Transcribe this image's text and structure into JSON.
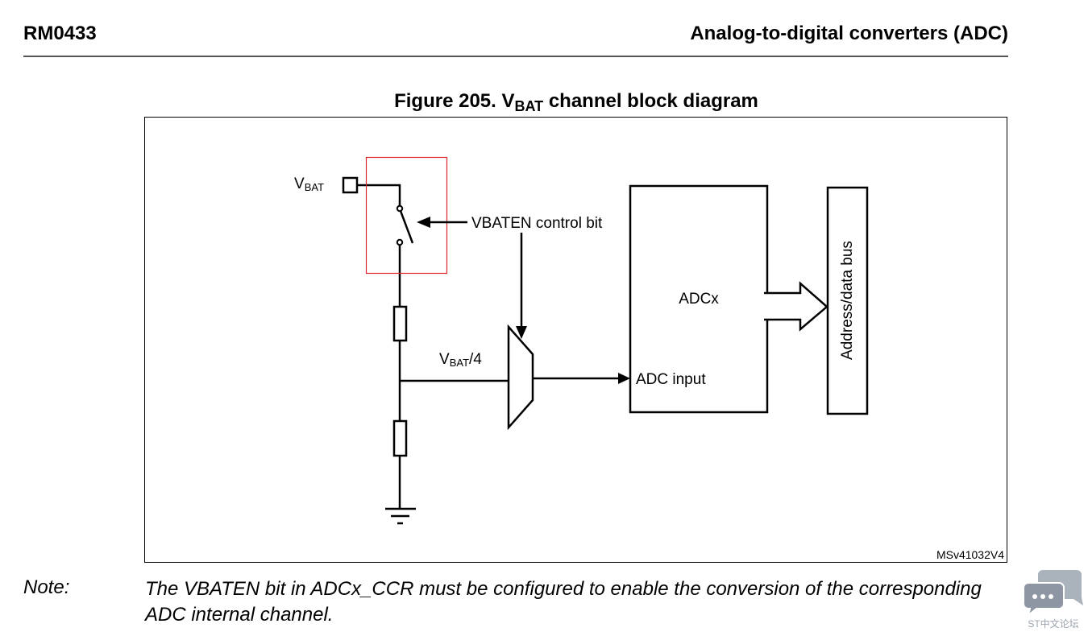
{
  "header": {
    "doc_id": "RM0433",
    "section_title": "Analog-to-digital converters (ADC)"
  },
  "figure": {
    "title_prefix": "Figure 205. V",
    "title_sub": "BAT",
    "title_suffix": " channel block diagram",
    "code": "MSv41032V4",
    "labels": {
      "vbat_main": "V",
      "vbat_sub": "BAT",
      "control_bit": "VBATEN control bit",
      "divider_main": "V",
      "divider_sub": "BAT",
      "divider_suffix": "/4",
      "adc_block": "ADCx",
      "adc_input": "ADC input",
      "bus": "Address/data bus"
    },
    "highlight_color": "#d9262b"
  },
  "note": {
    "label": "Note:",
    "text": "The VBATEN bit in ADCx_CCR must be configured to enable the conversion of the corresponding ADC internal channel."
  },
  "watermark": {
    "icon": "chat-bubbles-icon",
    "label": "ST中文论坛",
    "color": "#9aa3ad"
  }
}
